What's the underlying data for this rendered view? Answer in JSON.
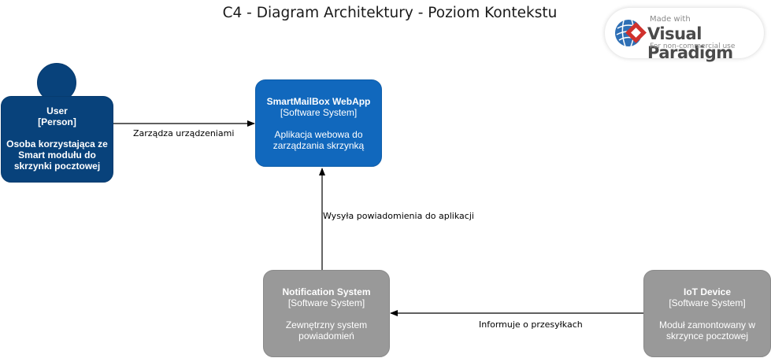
{
  "title": "C4 - Diagram Architektury - Poziom Kontekstu",
  "badge": {
    "made_with": "Made with",
    "brand": "Visual Paradigm",
    "usage": "For non-commercial use"
  },
  "nodes": {
    "user": {
      "name": "User",
      "type": "[Person]",
      "description": "Osoba korzystająca ze Smart modułu do skrzynki pocztowej"
    },
    "webapp": {
      "name": "SmartMailBox WebApp",
      "type": "[Software System]",
      "description": "Aplikacja webowa do zarządzania skrzynką"
    },
    "notification": {
      "name": "Notification System",
      "type": "[Software System]",
      "description": "Zewnętrzny system powiadomień"
    },
    "iot": {
      "name": "IoT Device",
      "type": "[Software System]",
      "description": "Moduł zamontowany w skrzynce pocztowej"
    }
  },
  "edges": {
    "user_webapp": "Zarządza urządzeniami",
    "notification_webapp": "Wysyła powiadomienia do aplikacji",
    "iot_notification": "Informuje o przesyłkach"
  },
  "colors": {
    "person": "#08427b",
    "internal_system": "#1168bd",
    "external_system": "#999999",
    "edge": "#000000"
  }
}
